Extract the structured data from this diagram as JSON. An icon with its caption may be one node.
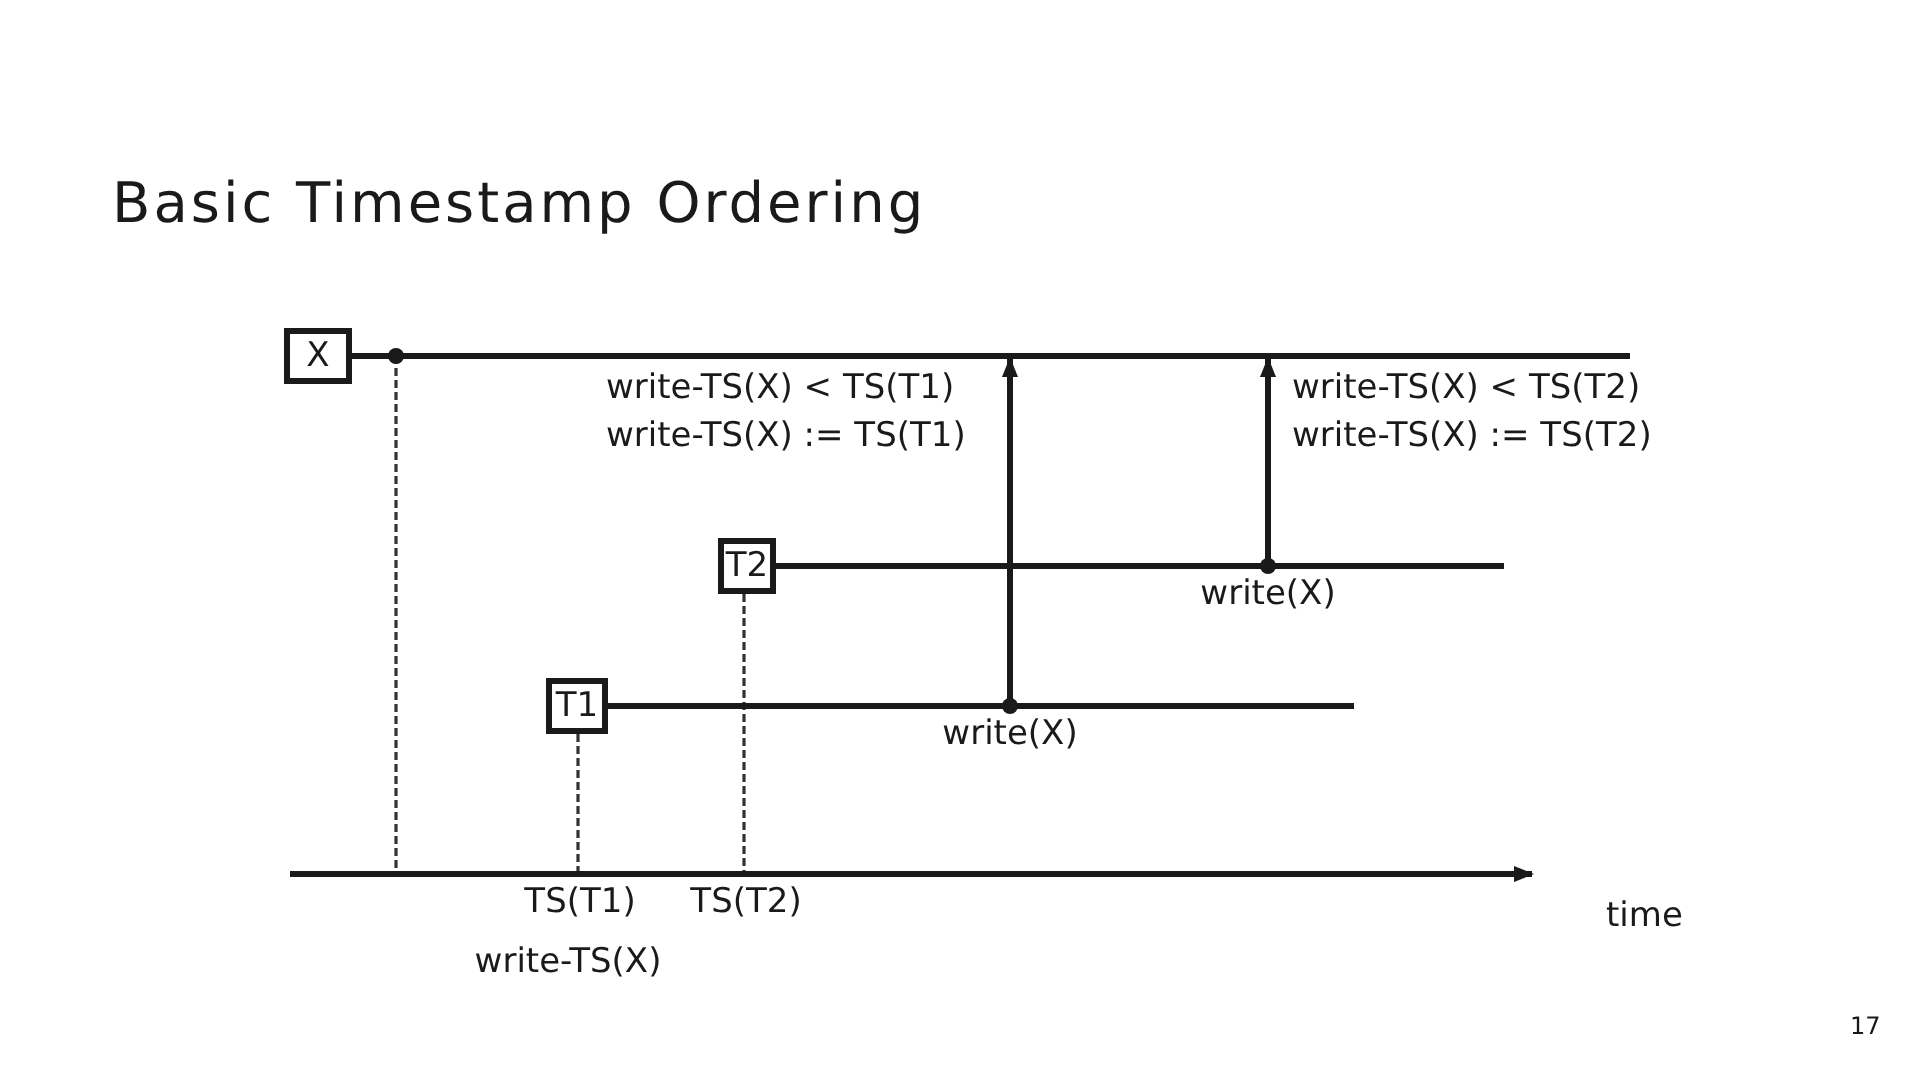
{
  "diagram": {
    "title": "Basic Timestamp Ordering",
    "nodes": [
      {
        "text": [
          "X"
        ]
      },
      {
        "text": [
          "T2"
        ]
      },
      {
        "text": [
          "write(X)"
        ]
      },
      {
        "text": [
          "T1"
        ]
      },
      {
        "text": [
          "write(X)"
        ]
      }
    ],
    "edges": [
      {
        "from": 4,
        "to": 0,
        "arrow": "to",
        "label": "write-TS(X) < TS(T1) write-TS(X) := TS(T1)"
      },
      {
        "from": 2,
        "to": 0,
        "arrow": "to",
        "label": "write-TS(X) < TS(T2) write-TS(X) := TS(T2)"
      }
    ],
    "labels": [
      "TS(T1)",
      "TS(T2)",
      "time",
      "write-TS(X)",
      "17"
    ]
  }
}
